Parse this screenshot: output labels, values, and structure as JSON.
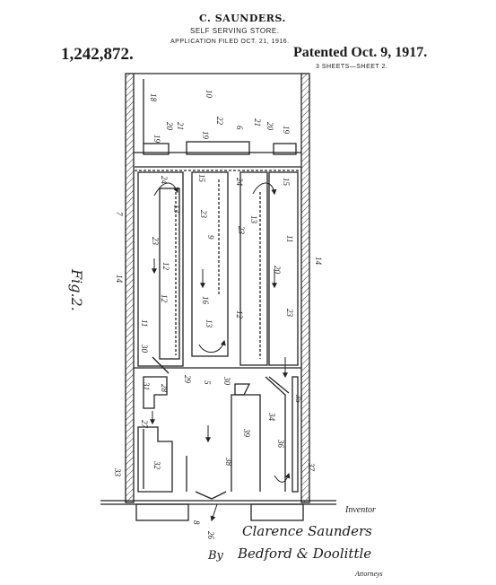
{
  "header": {
    "inventor": "C. SAUNDERS.",
    "title": "SELF SERVING STORE.",
    "application": "APPLICATION FILED OCT. 21, 1916.",
    "patent_number": "1,242,872.",
    "patented": "Patented Oct. 9, 1917.",
    "sheets": "3 SHEETS—SHEET 2."
  },
  "figure_label": "Fig.2.",
  "signature": {
    "inventor_label": "Inventor",
    "inventor_signature": "Clarence Saunders",
    "by": "By",
    "attorney_signature": "Bedford & Doolittle",
    "attorney_label": "Attorneys"
  },
  "reference_numerals": {
    "n18a": "18",
    "n10": "10",
    "n19a": "19",
    "n20a": "20",
    "n21a": "21",
    "n19b": "19",
    "n22": "22",
    "n6": "6",
    "n21b": "21",
    "n20b": "20",
    "n19c": "19",
    "n24a": "24",
    "n15a": "15",
    "n24b": "24",
    "n15b": "15",
    "n7": "7",
    "n13a": "13",
    "n23a": "23",
    "n9": "9",
    "n13b": "13",
    "n23b": "23",
    "n11a": "11",
    "n23c": "23",
    "n12a": "12",
    "n20c": "20",
    "n14a": "14",
    "n14b": "14",
    "n12b": "12",
    "n16": "16",
    "n12c": "12",
    "n23d": "23",
    "n11b": "11",
    "n13c": "13",
    "n30a": "30",
    "n31": "31",
    "n29": "29",
    "n5": "5",
    "n30b": "30",
    "n28": "28",
    "n35": "35",
    "n27": "27",
    "n34": "34",
    "n39": "39",
    "n36": "36",
    "n33": "33",
    "n32": "32",
    "n38": "38",
    "n37": "37",
    "n8": "8",
    "n26": "26"
  }
}
